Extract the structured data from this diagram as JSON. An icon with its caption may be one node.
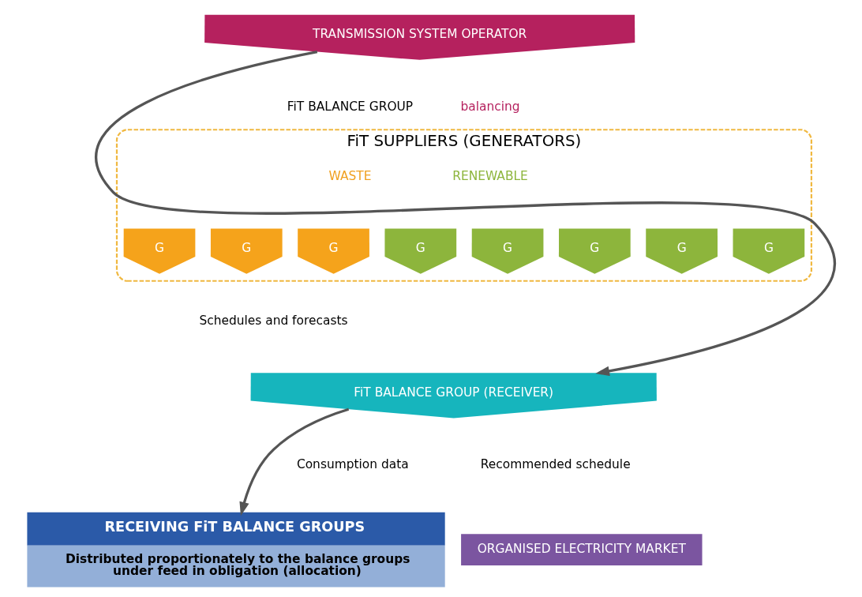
{
  "diagram": {
    "nodes": [
      {
        "text": [
          "TRANSMISSION SYSTEM OPERATOR"
        ]
      },
      {
        "text": [
          "FiT SUPPLIERS (GENERATORS)"
        ]
      },
      {
        "text": [
          "G"
        ],
        "in": 1
      },
      {
        "text": [
          "G"
        ],
        "in": 1
      },
      {
        "text": [
          "G"
        ],
        "in": 1
      },
      {
        "text": [
          "G"
        ],
        "in": 1
      },
      {
        "text": [
          "G"
        ],
        "in": 1
      },
      {
        "text": [
          "G"
        ],
        "in": 1
      },
      {
        "text": [
          "G"
        ],
        "in": 1
      },
      {
        "text": [
          "G"
        ],
        "in": 1
      },
      {
        "text": [
          "FiT BALANCE GROUP (RECEIVER)"
        ]
      },
      {
        "text": [
          "RECEIVING FiT BALANCE GROUPS",
          "Distributed proportionately to the balance groups under feed in obligation (allocation)"
        ]
      },
      {
        "text": [
          "ORGANISED ELECTRICITY MARKET"
        ]
      }
    ],
    "edges": [
      {
        "from": 0,
        "to": 10,
        "arrow": "to"
      },
      {
        "from": 10,
        "to": 11,
        "arrow": "to"
      }
    ],
    "labels": [
      "FiT BALANCE GROUP",
      "balancing",
      "WASTE",
      "RENEWABLE",
      "Schedules and forecasts",
      "Consumption data",
      "Recommended schedule"
    ]
  }
}
